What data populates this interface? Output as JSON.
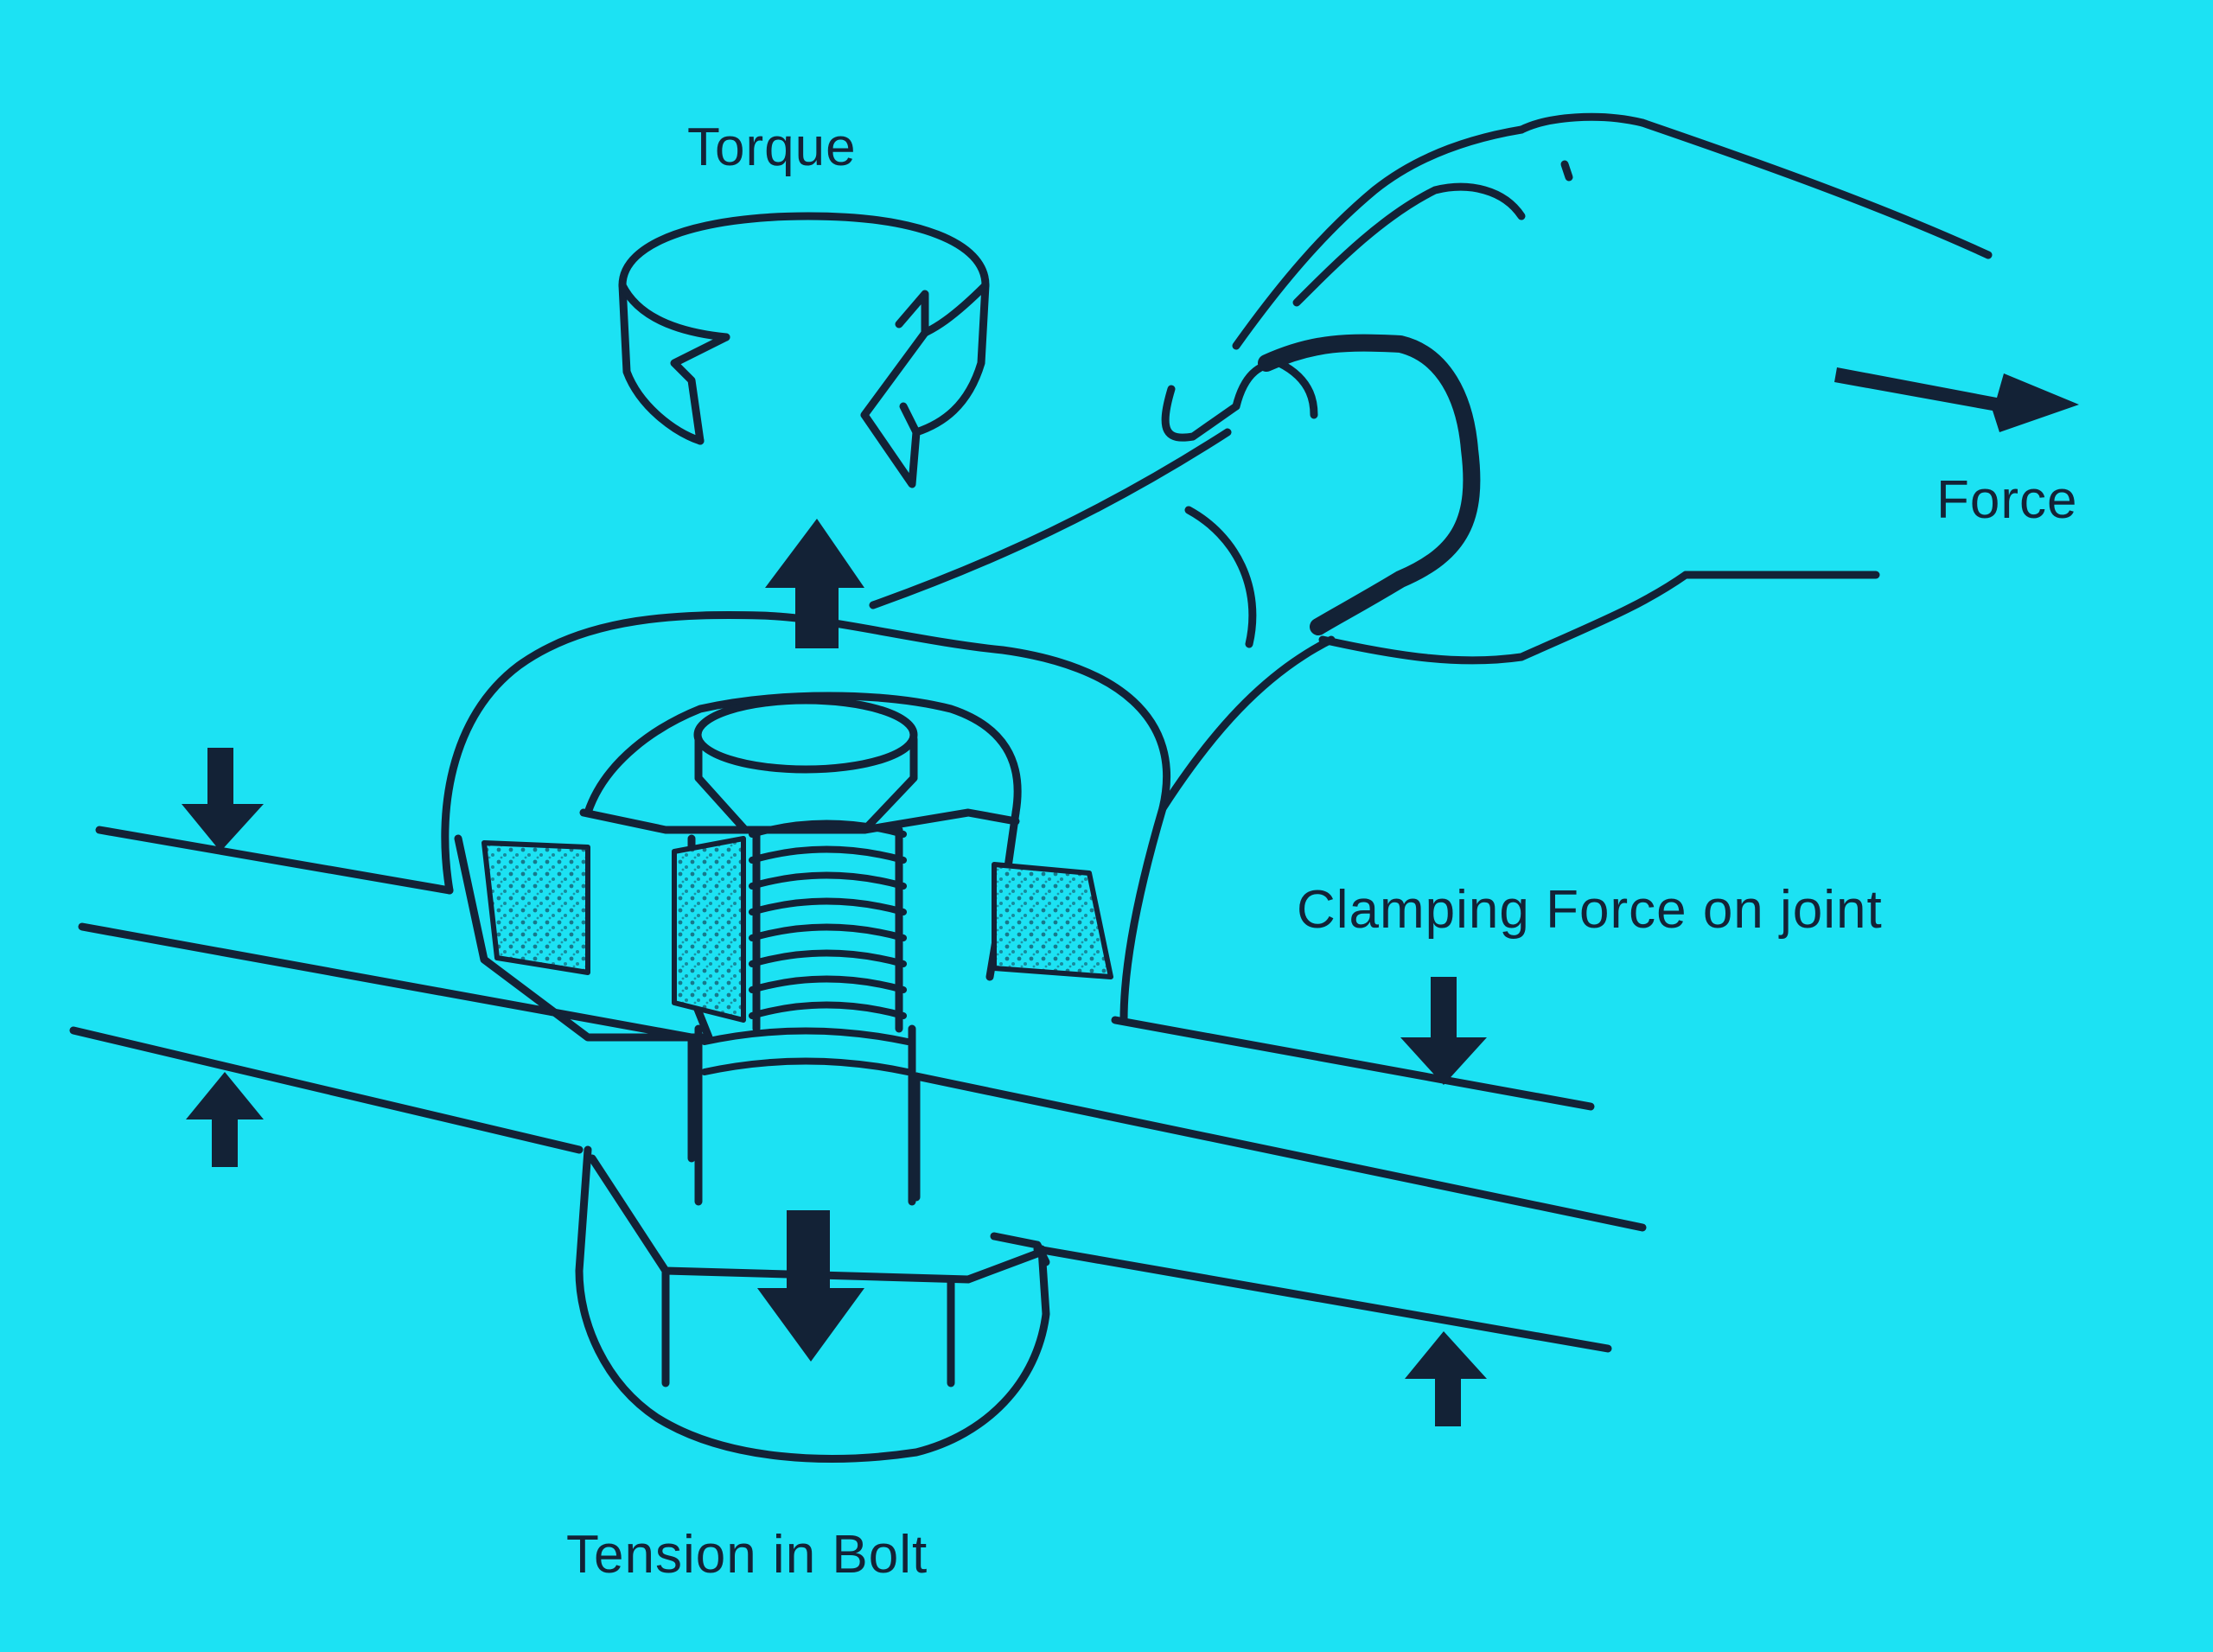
{
  "diagram": {
    "background_color": "#1CE2F3",
    "ink_color": "#132236",
    "labels": {
      "torque": "Torque",
      "force": "Force",
      "clamping_force": "Clamping Force on joint",
      "tension": "Tension in Bolt"
    }
  }
}
